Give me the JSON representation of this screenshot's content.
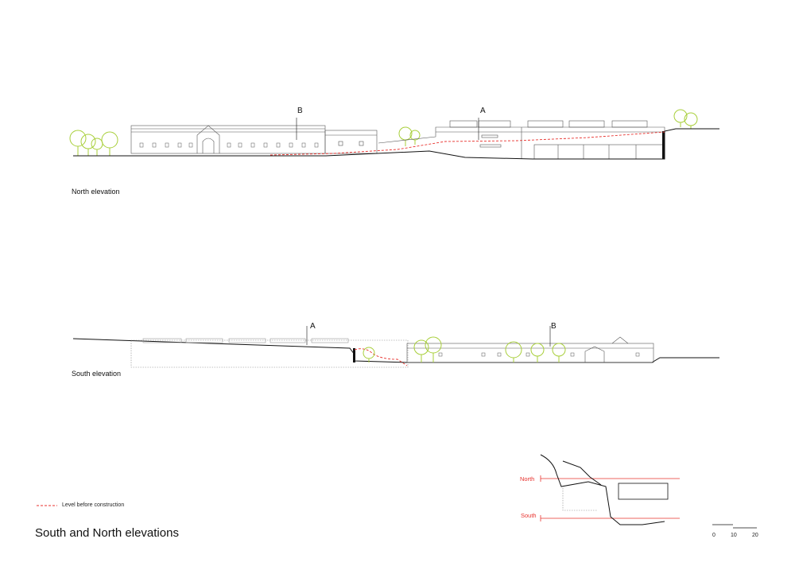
{
  "title": "South and North elevations",
  "north_elevation": {
    "label": "North elevation",
    "section_a": "A",
    "section_b": "B"
  },
  "south_elevation": {
    "label": "South elevation",
    "section_a": "A",
    "section_b": "B"
  },
  "legend": {
    "dashed_line_label": "Level before construction"
  },
  "key_plan": {
    "north_label": "North",
    "south_label": "South"
  },
  "scale_bar": {
    "labels": [
      "0",
      "10",
      "20"
    ]
  },
  "colors": {
    "tree": "#a8cf3a",
    "level_line": "#e8322e",
    "key_plan_lines": "#e8322e",
    "building_lines": "#555555"
  }
}
